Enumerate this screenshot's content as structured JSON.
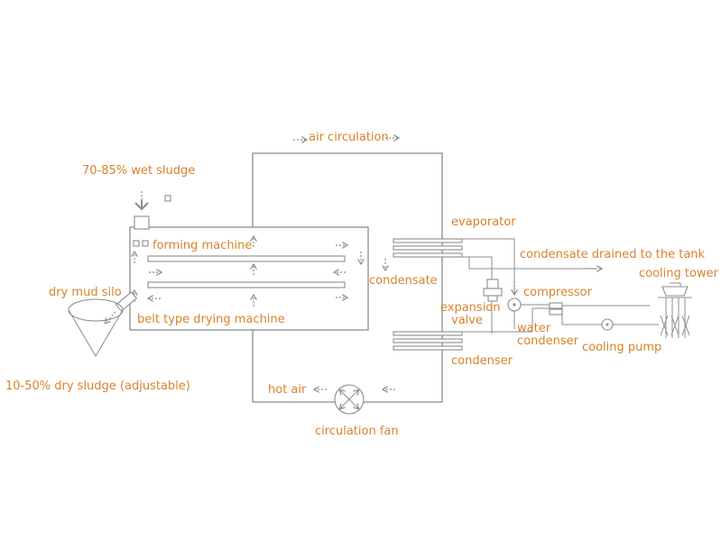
{
  "labels": {
    "air_circulation": "air circulation",
    "wet_sludge": "70-85% wet sludge",
    "forming_machine": "forming machine",
    "dry_mud_silo": "dry mud silo",
    "belt_drying_machine": "belt type drying machine",
    "dry_sludge": "10-50% dry sludge (adjustable)",
    "evaporator": "evaporator",
    "condensate_drained": "condensate drained to the tank",
    "cooling_tower": "cooling tower",
    "condensate": "condensate",
    "compressor": "compressor",
    "expansion_valve_1": "expansion",
    "expansion_valve_2": "valve",
    "water_condenser_1": "water",
    "water_condenser_2": "condenser",
    "cooling_pump": "cooling pump",
    "condenser": "condenser",
    "hot_air": "hot air",
    "circulation_fan": "circulation fan"
  },
  "colors": {
    "label": "#d9822b",
    "line": "#8c8c8c",
    "background": "#ffffff"
  }
}
